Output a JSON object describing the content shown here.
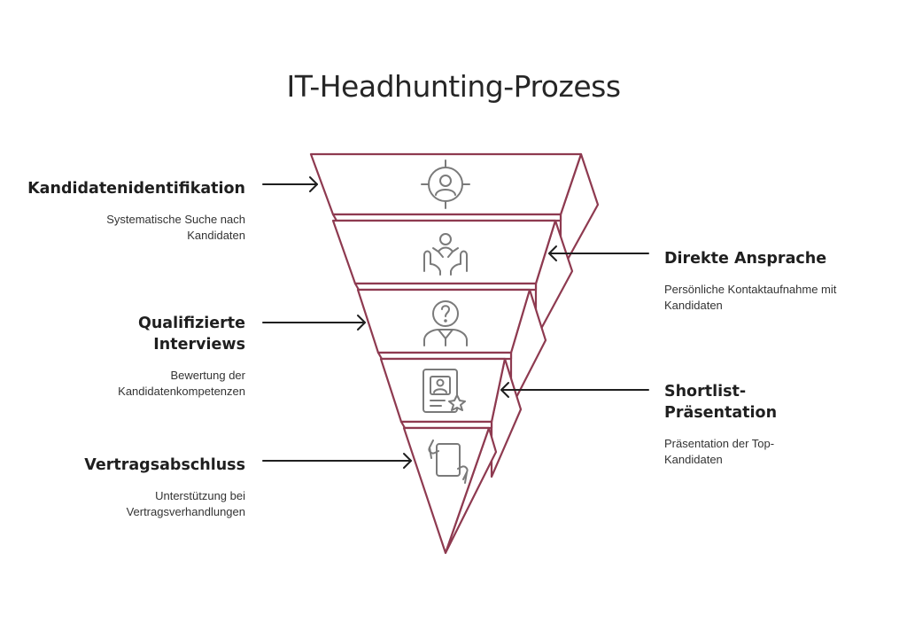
{
  "title": "IT-Headhunting-Prozess",
  "colors": {
    "outline": "#8e3a50",
    "icon": "#7a7a7a",
    "arrow": "#1f1f1f",
    "text": "#1f1f1f"
  },
  "steps": [
    {
      "heading": "Kandidatenidentifikation",
      "description": "Systematische Suche nach Kandidaten",
      "icon": "target-person-icon"
    },
    {
      "heading": "Direkte Ansprache",
      "description": "Persönliche Kontaktaufnahme mit Kandidaten",
      "icon": "raised-hands-person-icon"
    },
    {
      "heading": "Qualifizierte Interviews",
      "description": "Bewertung der Kandidatenkompetenzen",
      "icon": "question-person-icon"
    },
    {
      "heading": "Shortlist-Präsentation",
      "description": "Präsentation der Top-Kandidaten",
      "icon": "profile-star-icon"
    },
    {
      "heading": "Vertragsabschluss",
      "description": "Unterstützung bei Vertragsverhandlungen",
      "icon": "contract-handshake-icon"
    }
  ]
}
